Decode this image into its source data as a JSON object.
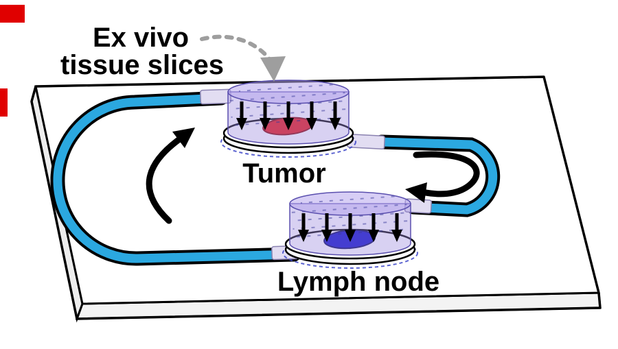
{
  "labels": {
    "callout_line1": "Ex vivo",
    "callout_line2": "tissue slices",
    "tumor_chamber": "Tumor",
    "lymph_chamber": "Lymph node"
  },
  "colors": {
    "tubing": "#2BA8E0",
    "tumor_tissue": "#E8130F",
    "lymph_tissue": "#0909C6",
    "chamber_fill": "#9E8CDE",
    "chamber_top_fill": "#B6A6EC",
    "chip_surface": "#FFFFFF",
    "outline": "#000000",
    "flow_arrow": "#000000",
    "callout_arrow": "#9E9E9E",
    "channel_dash": "#3D46C8",
    "screen_artifact": "#E00000"
  }
}
